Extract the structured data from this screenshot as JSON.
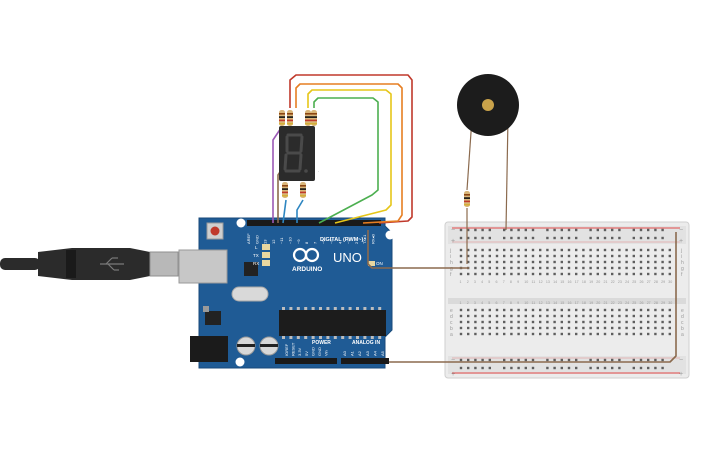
{
  "board": {
    "logo_text": "ARDUINO",
    "model_text": "UNO",
    "digital_label": "DIGITAL (PWM~)",
    "power_label": "POWER",
    "analog_label": "ANALOG IN",
    "on_label": "ON",
    "led_labels": [
      "L",
      "TX",
      "RX"
    ],
    "digital_pins": [
      "AREF",
      "GND",
      "13",
      "12",
      "~11",
      "~10",
      "~9",
      "8",
      "7",
      "~6",
      "~5",
      "4",
      "~3",
      "2",
      "TX▸1",
      "RX◂0"
    ],
    "power_pins": [
      "IOREF",
      "RESET",
      "3.3V",
      "5V",
      "GND",
      "GND",
      "Vin"
    ],
    "analog_pins": [
      "A0",
      "A1",
      "A2",
      "A3",
      "A4",
      "A5"
    ]
  },
  "breadboard": {
    "row_letters_top": [
      "a",
      "b",
      "c",
      "d",
      "e"
    ],
    "row_letters_bottom": [
      "f",
      "g",
      "h",
      "i",
      "j"
    ],
    "column_count": 30,
    "rail_plus": "+",
    "rail_minus": "−"
  },
  "display": {
    "digit": "8."
  },
  "colors": {
    "pcb": "#1f5b95",
    "wire_red": "#c0392b",
    "wire_orange": "#e67e22",
    "wire_yellow": "#e6c619",
    "wire_green": "#4caf50",
    "wire_brown": "#8b6a4e",
    "wire_blue": "#2e86c1",
    "wire_purple": "#9b59b6"
  }
}
